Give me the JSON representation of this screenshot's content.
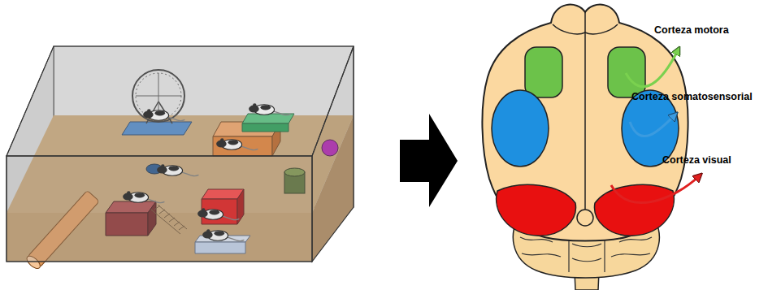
{
  "diagram": {
    "labels": [
      "Corteza motora",
      "Corteza somatosensorial",
      "Corteza visual"
    ]
  }
}
